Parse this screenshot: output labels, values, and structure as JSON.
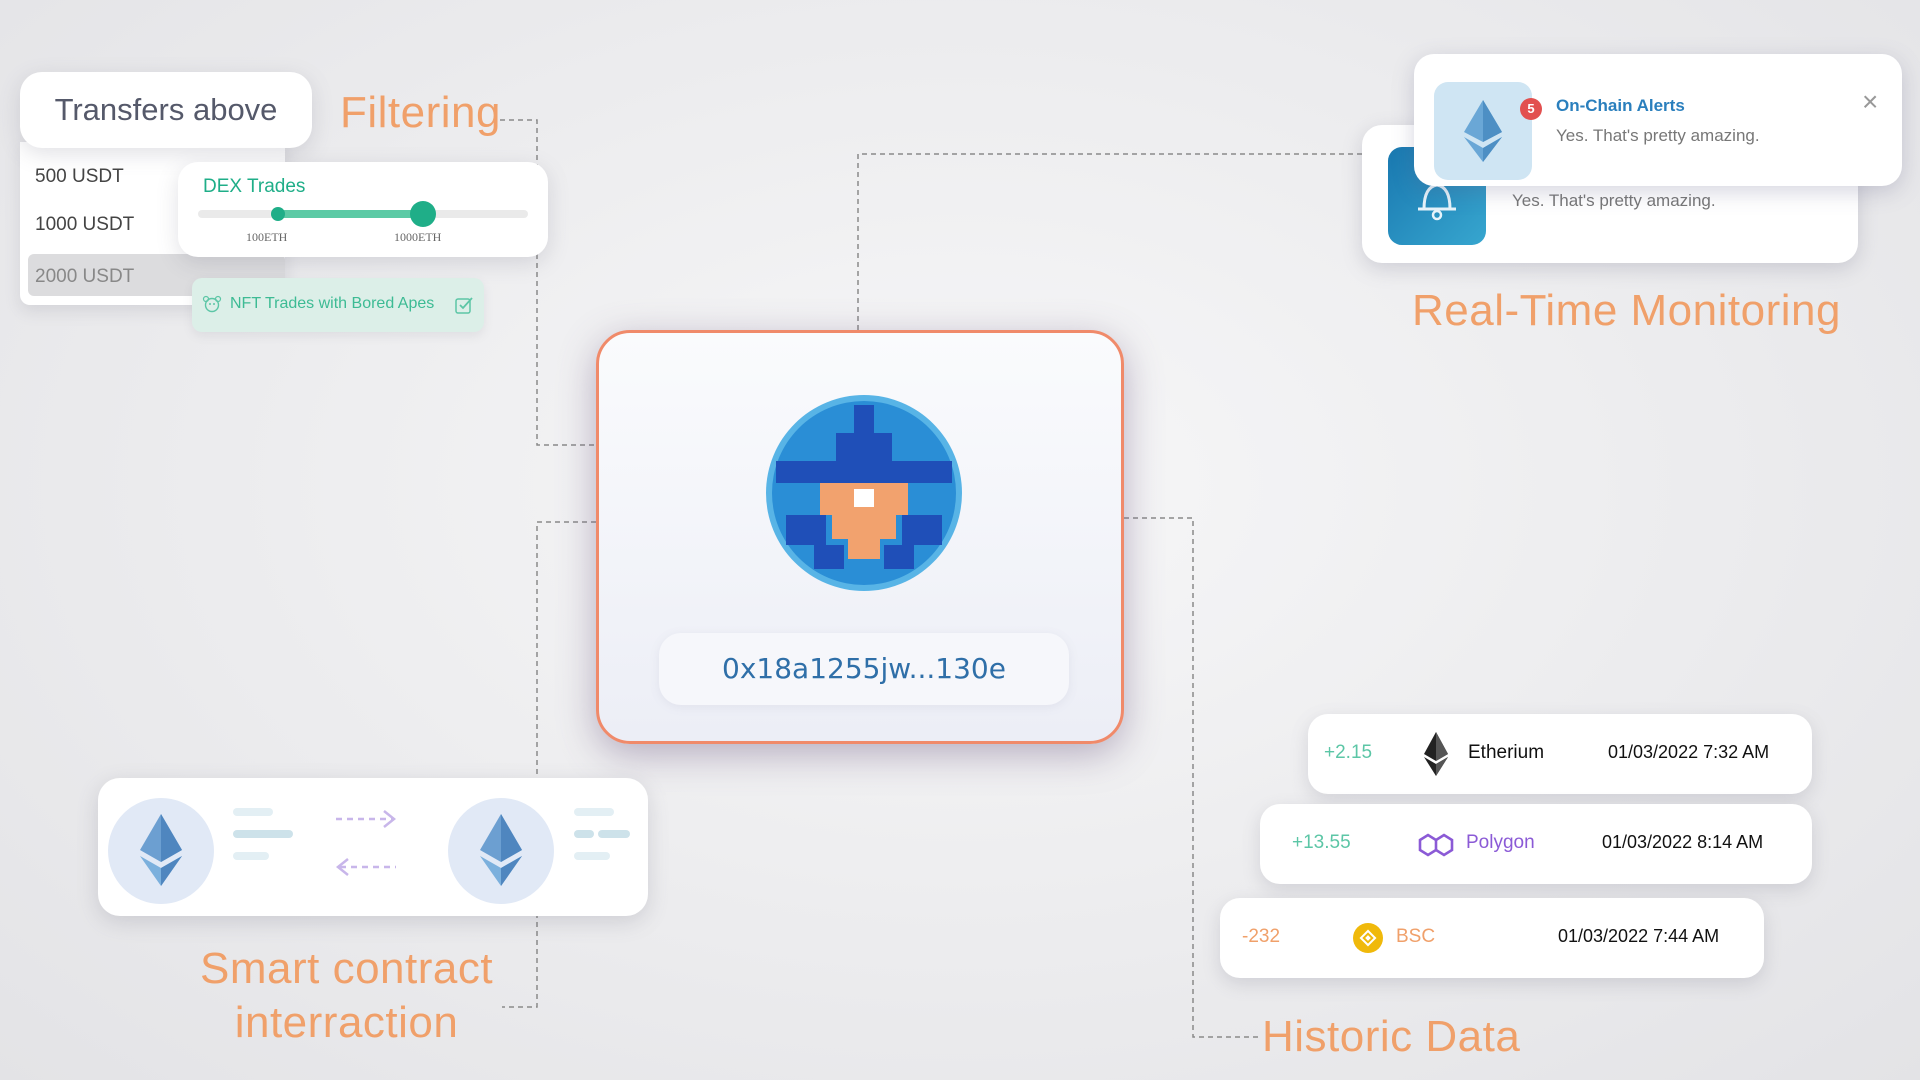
{
  "filtering": {
    "transfers_title": "Transfers above",
    "amounts": [
      "500 USDT",
      "1000 USDT",
      "2000 USDT"
    ],
    "dex_title": "DEX Trades",
    "slider_min_label": "100ETH",
    "slider_max_label": "1000ETH",
    "nft_chip": "NFT Trades with Bored Apes",
    "label": "Filtering"
  },
  "center": {
    "address": "0x18a1255jw...130e"
  },
  "monitoring": {
    "alert_badge": "5",
    "alert_title": "On-Chain Alerts",
    "alert_message": "Yes. That's pretty amazing.",
    "back_alert_message": "Yes. That's pretty amazing.",
    "close_glyph": "×",
    "label": "Real-Time Monitoring"
  },
  "smart_contract": {
    "label_line1": "Smart contract",
    "label_line2": "interraction"
  },
  "historic": {
    "label": "Historic Data",
    "rows": [
      {
        "delta": "+2.15",
        "chain": "Etherium",
        "time": "01/03/2022 7:32 AM",
        "delta_color": "#5cc6a6",
        "name_color": "#111111",
        "icon": "ethereum-icon"
      },
      {
        "delta": "+13.55",
        "chain": "Polygon",
        "time": "01/03/2022 8:14  AM",
        "delta_color": "#5cc6a6",
        "name_color": "#8b5ad6",
        "icon": "polygon-icon"
      },
      {
        "delta": "-232",
        "chain": "BSC",
        "time": "01/03/2022 7:44 AM",
        "delta_color": "#f0a06a",
        "name_color": "#f0a06a",
        "icon": "bsc-icon"
      }
    ]
  },
  "colors": {
    "accent_orange": "#f0a06a",
    "accent_green": "#1fae88",
    "accent_blue": "#2f6fa8"
  }
}
